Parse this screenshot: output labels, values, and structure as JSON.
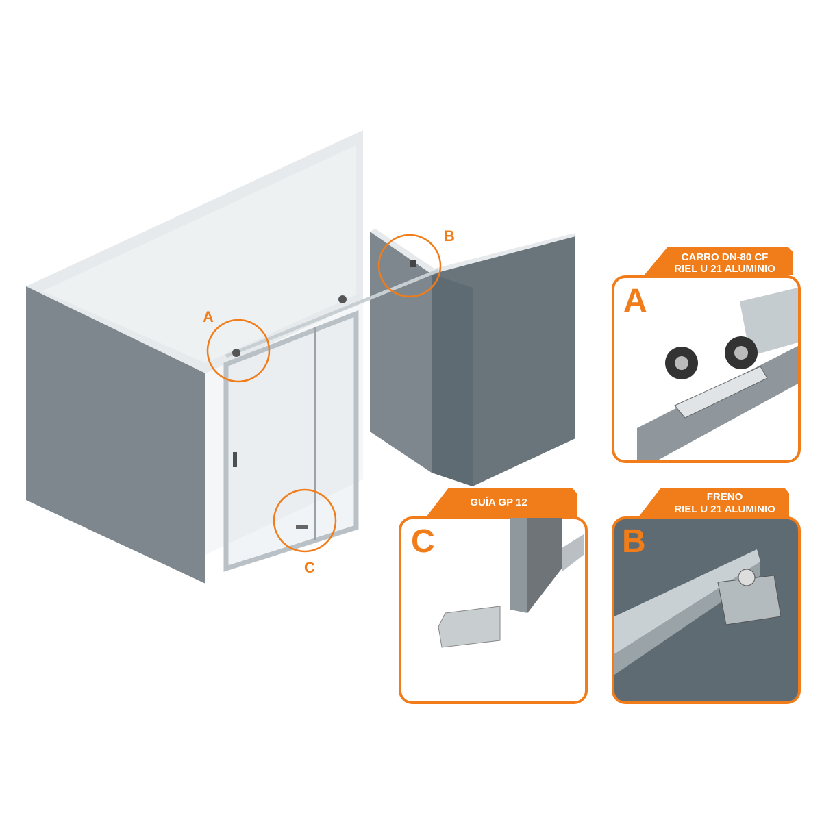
{
  "colors": {
    "accent": "#f07d1a",
    "wall": "#7d878d",
    "wall_dark": "#5f6b72",
    "wall_light": "#e6eaec"
  },
  "callouts": {
    "a": "A",
    "b": "B",
    "c": "C"
  },
  "panels": {
    "a": {
      "letter": "A",
      "line1": "CARRO DN-80 CF",
      "line2": "RIEL U 21 ALUMINIO"
    },
    "c": {
      "letter": "C",
      "line1": "GUÍA GP 12"
    },
    "b": {
      "letter": "B",
      "line1": "FRENO",
      "line2": "RIEL U 21 ALUMINIO"
    }
  }
}
